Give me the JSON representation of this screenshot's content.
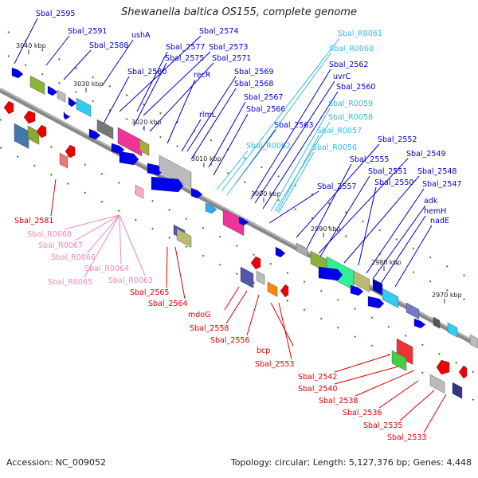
{
  "title": "Shewanella baltica OS155, complete genome",
  "footer": {
    "accession": "Accession: NC_009052",
    "summary": "Topology: circular; Length: 5,127,376 bp; Genes: 4,448"
  },
  "colors": {
    "forward_label": "#0000cc",
    "rna_label": "#33bbdd",
    "reverse_label": "#dd0000",
    "reverse_rna_label": "#ee88bb",
    "backbone": "#888888"
  },
  "ticks": [
    "3040 kbp",
    "3030 kbp",
    "3020 kbp",
    "3010 kbp",
    "3000 kbp",
    "2990 kbp",
    "2980 kbp",
    "2970 kbp"
  ],
  "forward_labels": [
    {
      "text": "Sbal_2595",
      "kind": "gene"
    },
    {
      "text": "Sbal_2591",
      "kind": "gene"
    },
    {
      "text": "Sbal_2588",
      "kind": "gene"
    },
    {
      "text": "ushA",
      "kind": "gene"
    },
    {
      "text": "Sbal_2574",
      "kind": "gene"
    },
    {
      "text": "Sbal_2577",
      "kind": "gene"
    },
    {
      "text": "Sbal_2573",
      "kind": "gene"
    },
    {
      "text": "Sbal_2575",
      "kind": "gene"
    },
    {
      "text": "Sbal_2571",
      "kind": "gene"
    },
    {
      "text": "Sbal_2580",
      "kind": "gene"
    },
    {
      "text": "recR",
      "kind": "gene"
    },
    {
      "text": "Sbal_2569",
      "kind": "gene"
    },
    {
      "text": "Sbal_2568",
      "kind": "gene"
    },
    {
      "text": "rlmL",
      "kind": "gene"
    },
    {
      "text": "Sbal_2567",
      "kind": "gene"
    },
    {
      "text": "Sbal_2566",
      "kind": "gene"
    },
    {
      "text": "Sbal_2563",
      "kind": "gene"
    },
    {
      "text": "Sbal_R0062",
      "kind": "rna"
    },
    {
      "text": "Sbal_R0061",
      "kind": "rna"
    },
    {
      "text": "Sbal_R0060",
      "kind": "rna"
    },
    {
      "text": "Sbal_2562",
      "kind": "gene"
    },
    {
      "text": "uvrC",
      "kind": "gene"
    },
    {
      "text": "Sbal_2560",
      "kind": "gene"
    },
    {
      "text": "Sbal_R0059",
      "kind": "rna"
    },
    {
      "text": "Sbal_R0058",
      "kind": "rna"
    },
    {
      "text": "Sbal_R0057",
      "kind": "rna"
    },
    {
      "text": "Sbal_R0056",
      "kind": "rna"
    },
    {
      "text": "Sbal_2552",
      "kind": "gene"
    },
    {
      "text": "Sbal_2555",
      "kind": "gene"
    },
    {
      "text": "Sbal_2549",
      "kind": "gene"
    },
    {
      "text": "Sbal_2551",
      "kind": "gene"
    },
    {
      "text": "Sbal_2548",
      "kind": "gene"
    },
    {
      "text": "Sbal_2557",
      "kind": "gene"
    },
    {
      "text": "Sbal_2550",
      "kind": "gene"
    },
    {
      "text": "Sbal_2547",
      "kind": "gene"
    },
    {
      "text": "adk",
      "kind": "gene"
    },
    {
      "text": "hemH",
      "kind": "gene"
    },
    {
      "text": "nadE",
      "kind": "gene"
    }
  ],
  "reverse_labels": [
    {
      "text": "Sbal_2581",
      "kind": "gene"
    },
    {
      "text": "Sbal_R0068",
      "kind": "rna"
    },
    {
      "text": "Sbal_R0067",
      "kind": "rna"
    },
    {
      "text": "Sbal_R0066",
      "kind": "rna"
    },
    {
      "text": "Sbal_R0064",
      "kind": "rna"
    },
    {
      "text": "Sbal_R0065",
      "kind": "rna"
    },
    {
      "text": "Sbal_R0063",
      "kind": "rna"
    },
    {
      "text": "Sbal_2565",
      "kind": "gene"
    },
    {
      "text": "Sbal_2564",
      "kind": "gene"
    },
    {
      "text": "mdoG",
      "kind": "gene"
    },
    {
      "text": "Sbal_2558",
      "kind": "gene"
    },
    {
      "text": "Sbal_2556",
      "kind": "gene"
    },
    {
      "text": "bcp",
      "kind": "gene"
    },
    {
      "text": "Sbal_2553",
      "kind": "gene"
    },
    {
      "text": "Sbal_2542",
      "kind": "gene"
    },
    {
      "text": "Sbal_2540",
      "kind": "gene"
    },
    {
      "text": "Sbal_2538",
      "kind": "gene"
    },
    {
      "text": "Sbal_2536",
      "kind": "gene"
    },
    {
      "text": "Sbal_2535",
      "kind": "gene"
    },
    {
      "text": "Sbal_2533",
      "kind": "gene"
    }
  ]
}
